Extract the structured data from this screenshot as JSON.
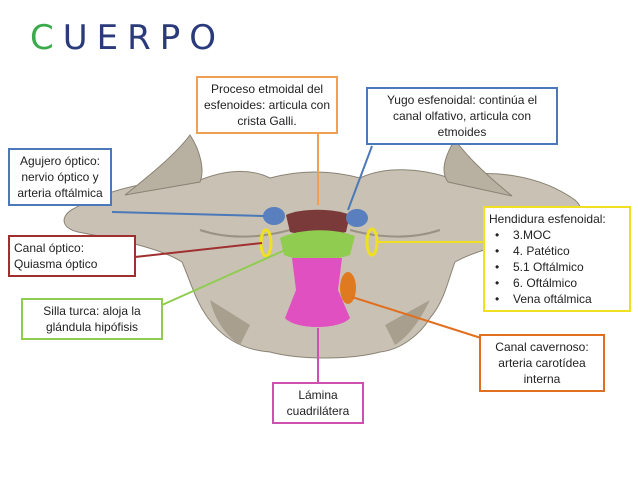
{
  "title": {
    "first_letter": "C",
    "rest": "UERPO"
  },
  "labels": {
    "proceso": "Proceso etmoidal del esfenoides: articula con crista Galli.",
    "yugo": "Yugo esfenoidal: continúa el canal olfativo, articula con etmoides",
    "agujero": "Agujero óptico: nervio óptico y arteria oftálmica",
    "canal_optico": "Canal óptico: Quiasma óptico",
    "silla": "Silla turca: aloja la glándula hipófisis",
    "lamina": "Lámina cuadrilátera",
    "canal_cavernoso": "Canal cavernoso: arteria carotídea interna",
    "hendidura": {
      "heading": "Hendidura esfenoidal:",
      "items": [
        "3.MOC",
        "4. Patético",
        "5.1 Oftálmico",
        "6. Oftálmico",
        "Vena oftálmica"
      ]
    }
  },
  "colors": {
    "title_accent": "#3aaa4a",
    "title_main": "#2a3a7a",
    "proceso": "#f0a050",
    "yugo": "#4a78b8",
    "agujero": "#4a78b8",
    "canal_optico": "#a03030",
    "silla": "#90cc50",
    "lamina": "#d050b0",
    "canal_cavernoso": "#e07020",
    "hendidura": "#f0e020"
  }
}
